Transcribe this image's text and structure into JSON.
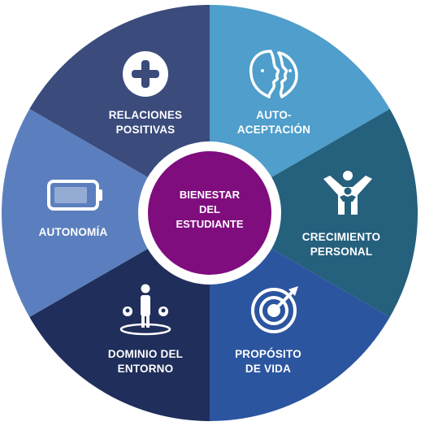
{
  "center": {
    "lines": [
      "BIENESTAR",
      "DEL",
      "ESTUDIANTE"
    ],
    "color": "#7f0d7e",
    "ring_color": "#ffffff"
  },
  "segments": [
    {
      "id": "relaciones-positivas",
      "lines": [
        "RELACIONES",
        "POSITIVAS"
      ],
      "icon": "plus-circle-icon",
      "color": "#3a4b7c"
    },
    {
      "id": "auto-aceptacion",
      "lines": [
        "AUTO-",
        "ACEPTACIÓN"
      ],
      "icon": "two-faces-icon",
      "color": "#4f9ecb"
    },
    {
      "id": "crecimiento-personal",
      "lines": [
        "CRECIMIENTO",
        "PERSONAL"
      ],
      "icon": "growing-person-icon",
      "color": "#25607d"
    },
    {
      "id": "proposito-de-vida",
      "lines": [
        "PROPÓSITO",
        "DE VIDA"
      ],
      "icon": "target-icon",
      "color": "#2c55a0"
    },
    {
      "id": "dominio-del-entorno",
      "lines": [
        "DOMINIO DEL",
        "ENTORNO"
      ],
      "icon": "person-with-pins-icon",
      "color": "#1f2e5a"
    },
    {
      "id": "autonomia",
      "lines": [
        "AUTONOMÍA"
      ],
      "icon": "battery-icon",
      "color": "#5b7fbe"
    }
  ]
}
